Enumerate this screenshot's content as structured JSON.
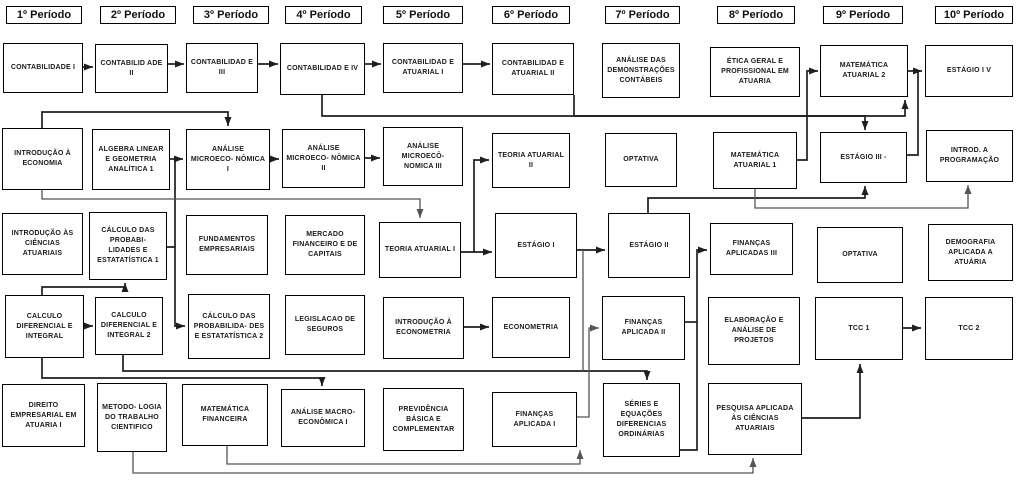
{
  "colors": {
    "box_border": "#000000",
    "background": "#ffffff",
    "connector": "#1f1f1f",
    "connector_gray": "#7d7d7d"
  },
  "periods": [
    {
      "header": "1º Período",
      "courses": [
        {
          "id": "contabilidade-1",
          "label": "CONTABILIDADE I"
        },
        {
          "id": "introducao-a-economia",
          "label": "INTRODUÇÃO À ECONOMIA"
        },
        {
          "id": "introducao-ciencias-atuariais",
          "label": "INTRODUÇÃO ÀS CIÊNCIAS ATUARIAIS"
        },
        {
          "id": "calculo-diferencial-integral",
          "label": "CALCULO DIFERENCIAL E INTEGRAL"
        },
        {
          "id": "direito-empresarial",
          "label": "DIREITO EMPRESARIAL EM ATUARIA I"
        }
      ]
    },
    {
      "header": "2º Período",
      "courses": [
        {
          "id": "contabilidade-2",
          "label": "CONTABILID ADE II"
        },
        {
          "id": "algebra-linear",
          "label": "ALGEBRA LINEAR E GEOMETRIA ANALÍTICA 1"
        },
        {
          "id": "calculo-probabilidades-1",
          "label": "CÁLCULO DAS PROBABI- LIDADES E ESTATATÍSTICA 1"
        },
        {
          "id": "calculo-diferencial-integral-2",
          "label": "CALCULO DIFERENCIAL E INTEGRAL 2"
        },
        {
          "id": "metodologia",
          "label": "METODO- LOGIA DO TRABALHO CIENTIFICO"
        }
      ]
    },
    {
      "header": "3º Período",
      "courses": [
        {
          "id": "contabilidade-3",
          "label": "CONTABILIDAD E III"
        },
        {
          "id": "analise-micro-1",
          "label": "ANÁLISE MICROECO- NÔMICA I"
        },
        {
          "id": "fundamentos-empresariais",
          "label": "FUNDAMENTOS EMPRESARIAIS"
        },
        {
          "id": "calculo-probabilidades-2",
          "label": "CÁLCULO DAS PROBABILIDA- DES E ESTATATÍSTICA 2"
        },
        {
          "id": "matematica-financeira",
          "label": "MATEMÁTICA FINANCEIRA"
        }
      ]
    },
    {
      "header": "4º Período",
      "courses": [
        {
          "id": "contabilidade-4",
          "label": "CONTABILIDAD E IV"
        },
        {
          "id": "analise-micro-2",
          "label": "ANÁLISE MICROECO- NÔMICA II"
        },
        {
          "id": "mercado-financeiro",
          "label": "MERCADO FINANCEIRO E DE CAPITAIS"
        },
        {
          "id": "legislacao-seguros",
          "label": "LEGISLACAO DE SEGUROS"
        },
        {
          "id": "analise-macro-1",
          "label": "ANÁLISE MACRO- ECONÔMICA I"
        }
      ]
    },
    {
      "header": "5º Período",
      "courses": [
        {
          "id": "contabilidade-atuarial-1",
          "label": "CONTABILIDAD E ATUARIAL I"
        },
        {
          "id": "analise-micro-3",
          "label": "ANÁLISE MICROECÔ- NOMICA III"
        },
        {
          "id": "teoria-atuarial-1",
          "label": "TEORIA ATUARIAL I"
        },
        {
          "id": "introducao-econometria",
          "label": "INTRODUÇÃO À ECONOMETRIA"
        },
        {
          "id": "previdencia",
          "label": "PREVIDÊNCIA BÁSICA E COMPLEMENTAR"
        }
      ]
    },
    {
      "header": "6º Período",
      "courses": [
        {
          "id": "contabilidade-atuarial-2",
          "label": "CONTABILIDAD E ATUARIAL II"
        },
        {
          "id": "teoria-atuarial-2",
          "label": "TEORIA ATUARIAL II"
        },
        {
          "id": "estagio-1",
          "label": "ESTÁGIO  I"
        },
        {
          "id": "econometria",
          "label": "ECONOMETRIA"
        },
        {
          "id": "financas-aplicada-1",
          "label": "FINANÇAS APLICADA I"
        }
      ]
    },
    {
      "header": "7º Período",
      "courses": [
        {
          "id": "analise-demonstracoes",
          "label": "ANÁLISE DAS DEMONSTRAÇÕES CONTÁBEIS"
        },
        {
          "id": "optativa-7",
          "label": "OPTATIVA"
        },
        {
          "id": "estagio-2",
          "label": "ESTÁGIO  II"
        },
        {
          "id": "financas-aplicada-2",
          "label": "FINANÇAS APLICADA II"
        },
        {
          "id": "series-equacoes",
          "label": "SÉRIES E EQUAÇÕES DIFERENCIAS ORDINÁRIAS"
        }
      ]
    },
    {
      "header": "8º Período",
      "courses": [
        {
          "id": "etica",
          "label": "ÉTICA GERAL E PROFISSIONAL EM ATUARIA"
        },
        {
          "id": "matematica-atuarial-1",
          "label": "MATEMÁTICA ATUARIAL 1"
        },
        {
          "id": "financas-aplicadas-3",
          "label": "FINANÇAS APLICADAS III"
        },
        {
          "id": "elaboracao-projetos",
          "label": "ELABORAÇÃO E ANÁLISE DE PROJETOS"
        },
        {
          "id": "pesquisa-aplicada",
          "label": "PESQUISA APLICADA ÀS CIÊNCIAS ATUARIAIS"
        }
      ]
    },
    {
      "header": "9º Período",
      "courses": [
        {
          "id": "matematica-atuarial-2",
          "label": "MATEMÁTICA ATUARIAL 2"
        },
        {
          "id": "estagio-3",
          "label": "ESTÁGIO III -"
        },
        {
          "id": "optativa-9",
          "label": "OPTATIVA"
        },
        {
          "id": "tcc-1",
          "label": "TCC 1"
        }
      ]
    },
    {
      "header": "10º Período",
      "courses": [
        {
          "id": "estagio-4",
          "label": "ESTÁGIO I V"
        },
        {
          "id": "introd-programacao",
          "label": "INTROD. A PROGRAMAÇÃO"
        },
        {
          "id": "demografia",
          "label": "DEMOGRAFIA APLICADA A ATUÁRIA"
        },
        {
          "id": "tcc-2",
          "label": "TCC 2"
        }
      ]
    }
  ]
}
